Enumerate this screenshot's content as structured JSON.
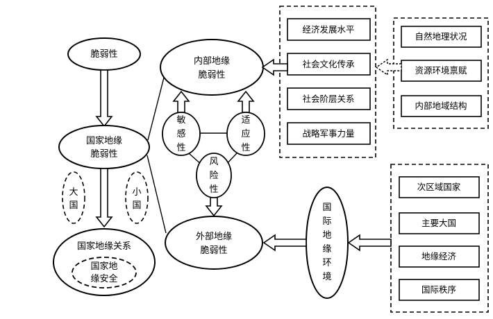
{
  "left_column": {
    "vulnerability": "脆弱性",
    "national_vulnerability": [
      "国家地缘",
      "脆弱性"
    ],
    "big_country": [
      "大",
      "国"
    ],
    "small_country": [
      "小",
      "国"
    ],
    "relations": "国家地缘关系",
    "security": [
      "国家地",
      "缘安全"
    ]
  },
  "center": {
    "internal_vulnerability": [
      "内部地缘",
      "脆弱性"
    ],
    "external_vulnerability": [
      "外部地缘",
      "脆弱性"
    ],
    "sensitivity": [
      "敏",
      "感",
      "性"
    ],
    "adaptability": [
      "适",
      "应",
      "性"
    ],
    "risk": [
      "风",
      "险",
      "性"
    ]
  },
  "internal_factors": {
    "items": [
      "经济发展水平",
      "社会文化传承",
      "社会阶层关系",
      "战略军事力量"
    ]
  },
  "internal_sources": {
    "items": [
      "自然地理状况",
      "资源环境禀赋",
      "内部地域结构"
    ]
  },
  "environment": {
    "label": [
      "国",
      "际",
      "地",
      "缘",
      "环",
      "境"
    ]
  },
  "external_factors": {
    "items": [
      "次区域国家",
      "主要大国",
      "地缘经济",
      "国际秩序"
    ]
  }
}
